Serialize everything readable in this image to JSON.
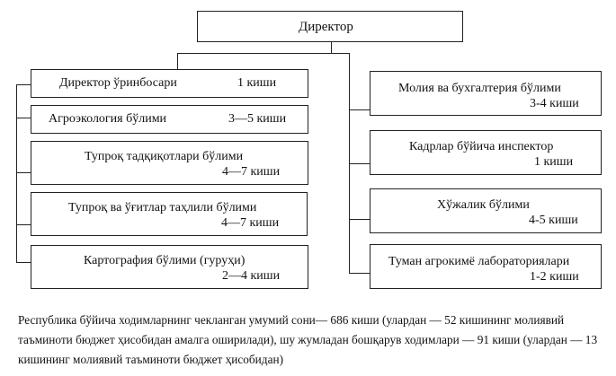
{
  "director": "Директор",
  "left_units": [
    {
      "name": "Директор ўринбосари",
      "staff": "1 киши"
    },
    {
      "name": "Агроэкология бўлими",
      "staff": "3—5 киши"
    },
    {
      "name": "Тупроқ тадқиқотлари бўлими",
      "staff": "4—7 киши"
    },
    {
      "name": "Тупроқ ва ўғитлар таҳлили бўлими",
      "staff": "4—7 киши"
    },
    {
      "name": "Картография бўлими (гуруҳи)",
      "staff": "2—4 киши"
    }
  ],
  "right_units": [
    {
      "name": "Молия ва бухгалтерия бўлими",
      "staff": "3-4 киши"
    },
    {
      "name": "Кадрлар бўйича инспектор",
      "staff": "1 киши"
    },
    {
      "name": "Хўжалик бўлими",
      "staff": "4-5 киши"
    },
    {
      "name": "Туман агрокимё лабораториялари",
      "staff": "1-2 киши"
    }
  ],
  "note": "Республика бўйича ходимларнинг чекланган умумий сони— 686 киши (улардан — 52 кишининг молиявий таъминоти бюджет ҳисобидан амалга оширилади), шу жумладан бошқарув ходимлари — 91 киши (улардан — 13 кишининг молиявий таъминоти бюджет ҳисобидан)"
}
